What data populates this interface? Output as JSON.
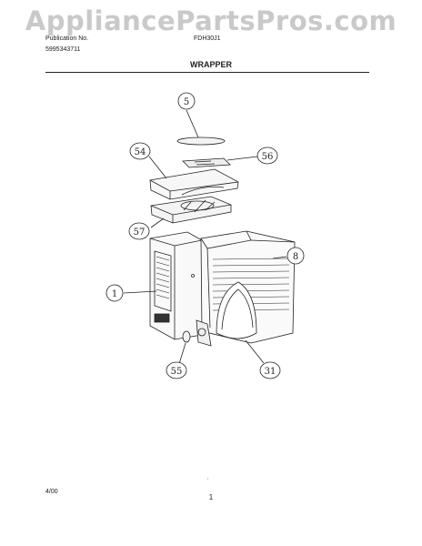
{
  "header": {
    "watermark": "AppliancePartsPros.com",
    "publication_label": "Publication No.",
    "publication_number": "5995343711",
    "model": "FDH30J1",
    "section_title": "WRAPPER"
  },
  "callouts": [
    {
      "id": "5",
      "label": "5"
    },
    {
      "id": "54",
      "label": "54"
    },
    {
      "id": "56",
      "label": "56"
    },
    {
      "id": "57",
      "label": "57"
    },
    {
      "id": "8",
      "label": "8"
    },
    {
      "id": "1",
      "label": "1"
    },
    {
      "id": "55",
      "label": "55"
    },
    {
      "id": "31",
      "label": "31"
    }
  ],
  "footer": {
    "date": "4/00",
    "page": "1",
    "mark": "'"
  }
}
